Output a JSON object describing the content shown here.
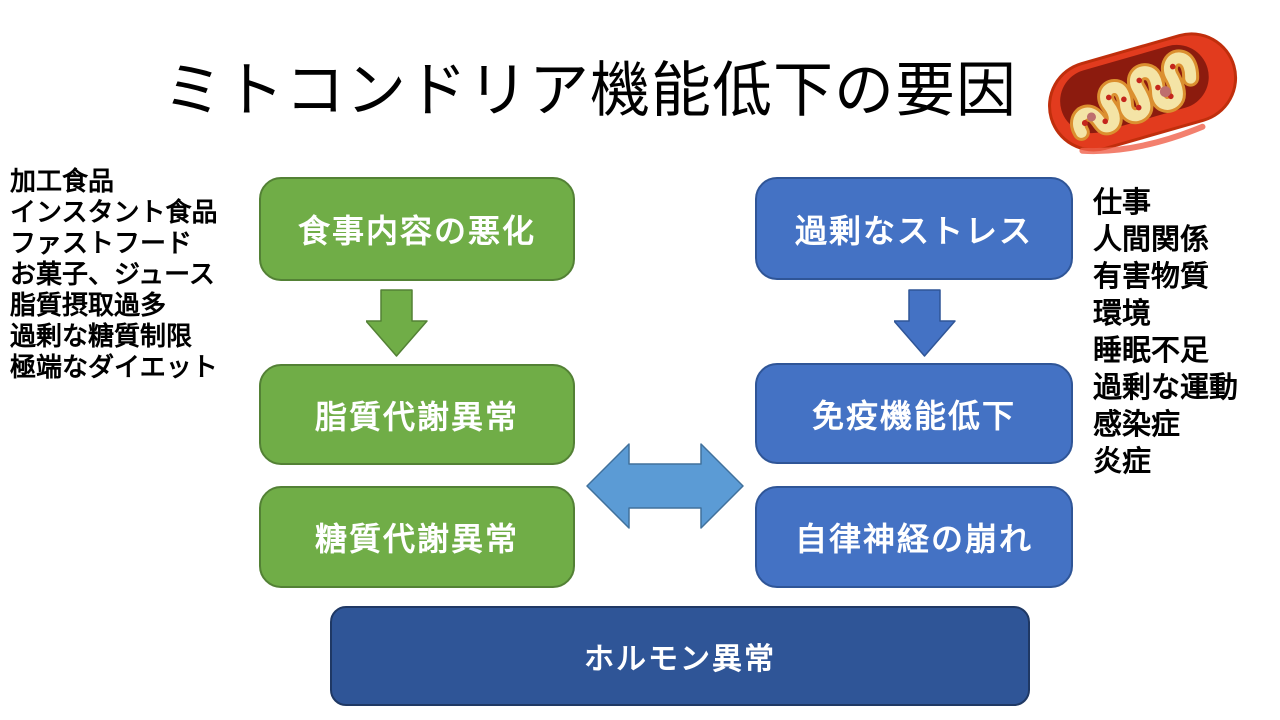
{
  "title": "ミトコンドリア機能低下の要因",
  "left_factors": {
    "items": [
      "加工食品",
      "インスタント食品",
      "ファストフード",
      "お菓子、ジュース",
      "脂質摂取過多",
      "過剰な糖質制限",
      "極端なダイエット"
    ]
  },
  "right_factors": {
    "items": [
      "仕事",
      "人間関係",
      "有害物質",
      "環境",
      "睡眠不足",
      "過剰な運動",
      "感染症",
      "炎症"
    ]
  },
  "flow": {
    "green_boxes": [
      "食事内容の悪化",
      "脂質代謝異常",
      "糖質代謝異常"
    ],
    "blue_boxes": [
      "過剰なストレス",
      "免疫機能低下",
      "自律神経の崩れ"
    ],
    "bottom_box": "ホルモン異常"
  },
  "icons": {
    "mitochondria": "mitochondria-icon",
    "green_down_arrow": "down-arrow-icon",
    "blue_down_arrow": "down-arrow-icon",
    "double_arrow": "double-headed-arrow-icon"
  },
  "colors": {
    "green_fill": "#70AD47",
    "green_border": "#538135",
    "blue_fill": "#4472C4",
    "blue_border": "#2F5597",
    "dark_blue_fill": "#2F5597",
    "dark_blue_border": "#1F3864",
    "double_arrow_fill": "#5B9BD5",
    "double_arrow_border": "#41719C",
    "box_text": "#FFFFFF",
    "body_text": "#000000",
    "background": "#FFFFFF"
  }
}
